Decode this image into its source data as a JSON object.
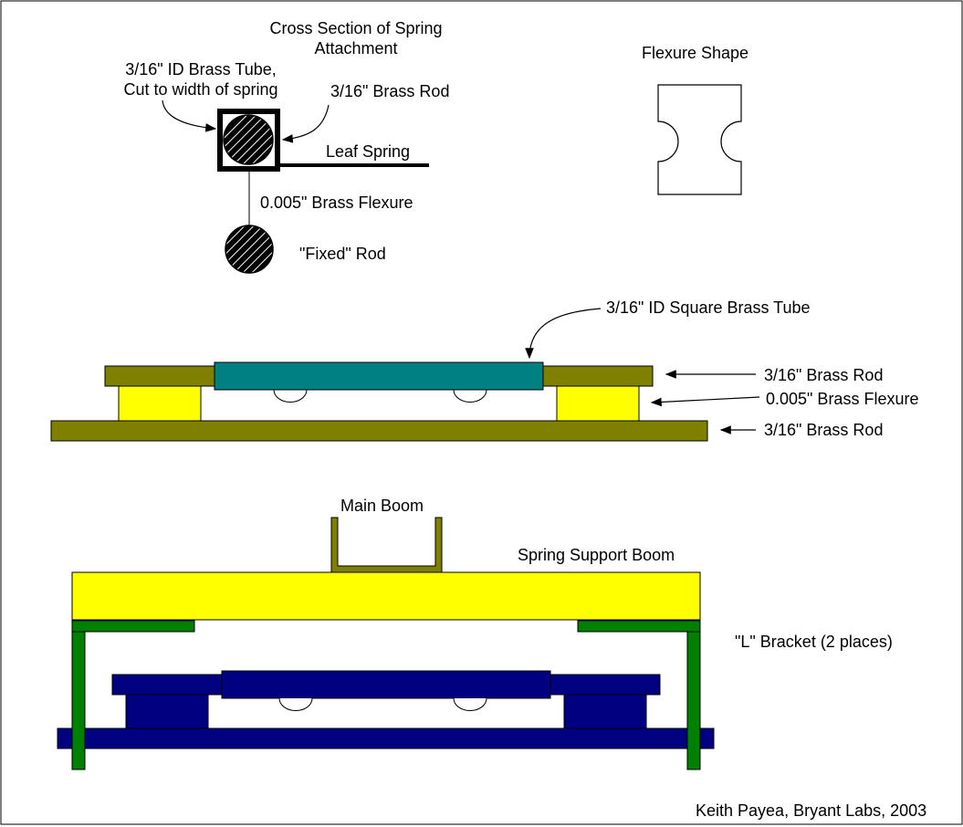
{
  "labels": {
    "cross_section_line1": "Cross Section of Spring",
    "cross_section_line2": "Attachment",
    "brass_tube_line1": "3/16\" ID Brass Tube,",
    "brass_tube_line2": "Cut to width of spring",
    "brass_rod_top": "3/16\" Brass Rod",
    "leaf_spring": "Leaf Spring",
    "flexure_top": "0.005\" Brass Flexure",
    "fixed_rod": "\"Fixed\" Rod",
    "flexure_shape": "Flexure Shape",
    "square_tube": "3/16\" ID Square Brass Tube",
    "mid_brass_rod_upper": "3/16\" Brass Rod",
    "mid_flexure": "0.005\" Brass Flexure",
    "mid_brass_rod_lower": "3/16\" Brass Rod",
    "main_boom": "Main Boom",
    "spring_support_boom": "Spring Support Boom",
    "l_bracket": "\"L\" Bracket (2 places)",
    "credit": "Keith Payea, Bryant Labs, 2003"
  },
  "colors": {
    "olive": "#808000",
    "teal": "#008080",
    "yellow": "#ffff00",
    "navy": "#000080",
    "green": "#008000",
    "black": "#000000"
  }
}
